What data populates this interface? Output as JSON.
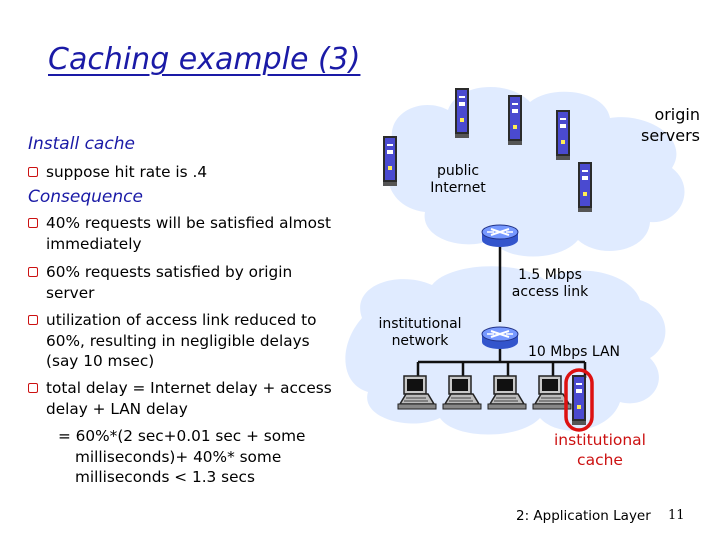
{
  "slide": {
    "title": "Caching example (3)",
    "section1": "Install cache",
    "bullet_hit": "suppose hit rate is .4",
    "section2": "Consequence",
    "bullets": [
      "40% requests will be satisfied almost immediately",
      "60% requests satisfied by origin server",
      "utilization of access link reduced to 60%, resulting in negligible  delays (say 10 msec)",
      "total delay   = Internet delay + access delay + LAN delay"
    ],
    "continuation": "= 60%*(2 sec+0.01 sec + some milliseconds)+ 40%* some milliseconds < 1.3 secs"
  },
  "diagram": {
    "origin_servers": "origin servers",
    "public_internet": "public Internet",
    "access_link": "1.5 Mbps access link",
    "institutional_network": "institutional network",
    "lan": "10 Mbps LAN",
    "institutional_cache": "institutional cache"
  },
  "footer": {
    "chapter": "2: Application Layer",
    "page": "11"
  },
  "colors": {
    "title": "#1a1aa6",
    "bullet": "#cc1111",
    "cloud": "#dbe7ff",
    "cache_highlight": "#dd1111"
  }
}
